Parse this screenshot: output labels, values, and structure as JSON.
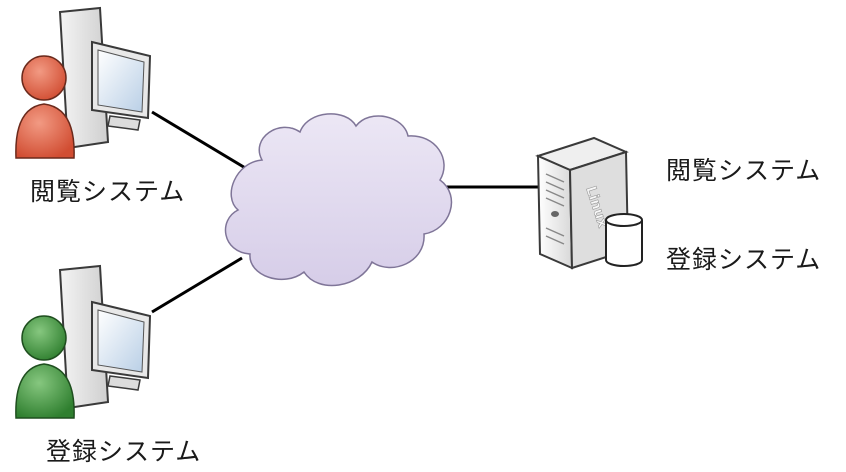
{
  "clients": [
    {
      "label": "閲覧システム",
      "person_color": "#e06a4e",
      "role": "viewer"
    },
    {
      "label": "登録システム",
      "person_color": "#4c9a46",
      "role": "registrant"
    }
  ],
  "network": {
    "icon": "cloud-icon",
    "color": "#ddd6ec"
  },
  "server": {
    "icon": "server-icon",
    "badge": "Linux",
    "database_icon": "database-icon",
    "systems": [
      "閲覧システム",
      "登録システム"
    ]
  }
}
